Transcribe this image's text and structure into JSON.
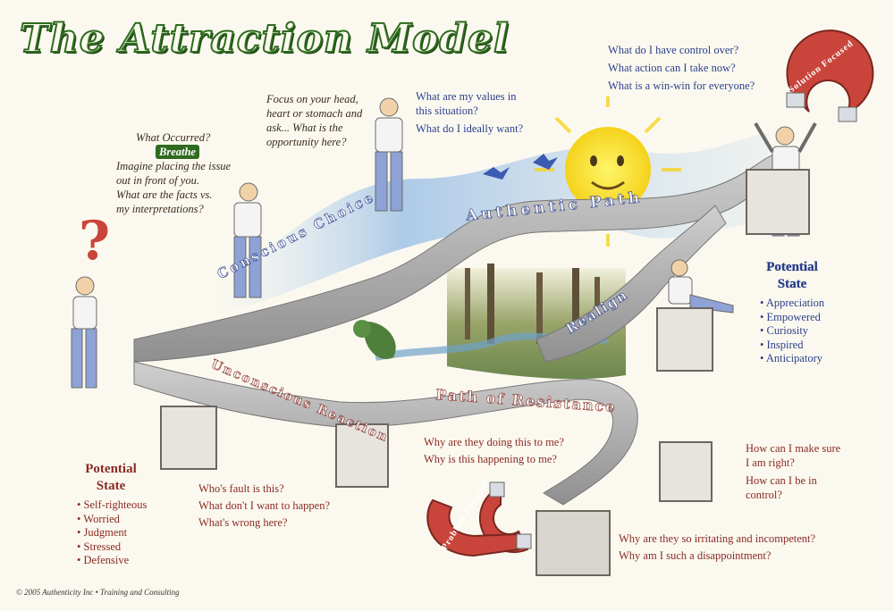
{
  "title": "The Attraction Model",
  "paths": {
    "conscious_choice": "Conscious Choice",
    "authentic_path": "Authentic Path",
    "realign": "Realign",
    "unconscious_reaction": "Unconscious Reaction",
    "path_of_resistance": "Path of Resistance"
  },
  "magnets": {
    "solution_focused": "Solution Focused",
    "problem_focused": "Problem Focused"
  },
  "occurred_block": {
    "line1": "What Occurred?",
    "breathe": "Breathe",
    "line2": "Imagine placing the issue",
    "line3": "out in front of you.",
    "line4": "What are the facts vs.",
    "line5": "my interpretations?"
  },
  "focus_block": {
    "line1": "Focus on your head,",
    "line2": "heart or stomach and",
    "line3": "ask... What is the",
    "line4": "opportunity here?"
  },
  "values_block": {
    "line1": "What are my values in",
    "line2": "this situation?",
    "line3": "What do I ideally want?"
  },
  "control_block": {
    "line1": "What do I have control over?",
    "line2": "What action can I take now?",
    "line3": "What is a win-win for everyone?"
  },
  "positive_state": {
    "title1": "Potential",
    "title2": "State",
    "items": [
      "Appreciation",
      "Empowered",
      "Curiosity",
      "Inspired",
      "Anticipatory"
    ]
  },
  "negative_state": {
    "title1": "Potential",
    "title2": "State",
    "items": [
      "Self-righteous",
      "Worried",
      "Judgment",
      "Stressed",
      "Defensive"
    ]
  },
  "fault_block": {
    "line1": "Who's fault is this?",
    "line2": "What don't I want to happen?",
    "line3": "What's wrong here?"
  },
  "why_block": {
    "line1": "Why are they doing this to me?",
    "line2": "Why is this happening to me?"
  },
  "sure_block": {
    "line1": "How can I make sure",
    "line2": "I am right?",
    "line3": "How can I be in",
    "line4": "control?"
  },
  "irritating_block": {
    "line1": "Why are they so irritating and incompetent?",
    "line2": "Why am I such a disappointment?"
  },
  "copyright": "© 2005 Authenticity Inc • Training and Consulting"
}
